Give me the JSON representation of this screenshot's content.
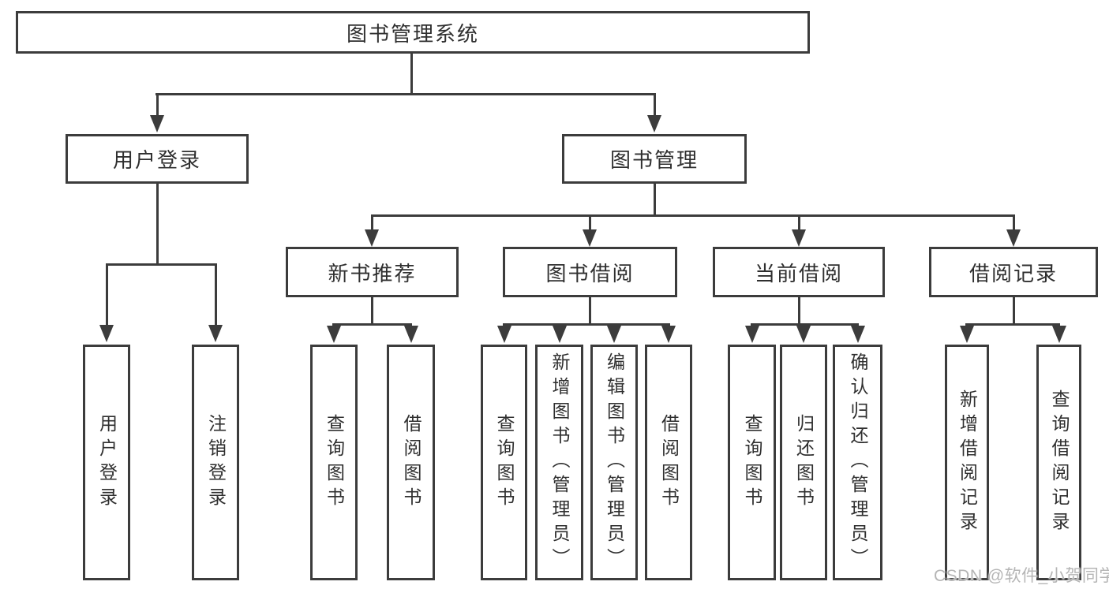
{
  "diagram": {
    "title_node": {
      "label": "图书管理系统"
    },
    "level2": [
      {
        "label": "用户登录"
      },
      {
        "label": "图书管理"
      }
    ],
    "level3": [
      {
        "label": "新书推荐"
      },
      {
        "label": "图书借阅"
      },
      {
        "label": "当前借阅"
      },
      {
        "label": "借阅记录"
      }
    ],
    "leaves": [
      {
        "label": "用户登录",
        "parent": "用户登录"
      },
      {
        "label": "注销登录",
        "parent": "用户登录"
      },
      {
        "label": "查询图书",
        "parent": "新书推荐"
      },
      {
        "label": "借阅图书",
        "parent": "新书推荐"
      },
      {
        "label": "查询图书",
        "parent": "图书借阅"
      },
      {
        "label": "新增图书（管理员）",
        "parent": "图书借阅"
      },
      {
        "label": "编辑图书（管理员）",
        "parent": "图书借阅"
      },
      {
        "label": "借阅图书",
        "parent": "图书借阅"
      },
      {
        "label": "查询图书",
        "parent": "当前借阅"
      },
      {
        "label": "归还图书",
        "parent": "当前借阅"
      },
      {
        "label": "确认归还（管理员）",
        "parent": "当前借阅"
      },
      {
        "label": "新增借阅记录",
        "parent": "借阅记录"
      },
      {
        "label": "查询借阅记录",
        "parent": "借阅记录"
      }
    ],
    "colors": {
      "line": "#3c3c3c",
      "text": "#2f2f2f",
      "watermark": "#b5b5b5",
      "background": "#ffffff"
    }
  },
  "watermark": {
    "text": "CSDN @软件_小贺同学"
  }
}
